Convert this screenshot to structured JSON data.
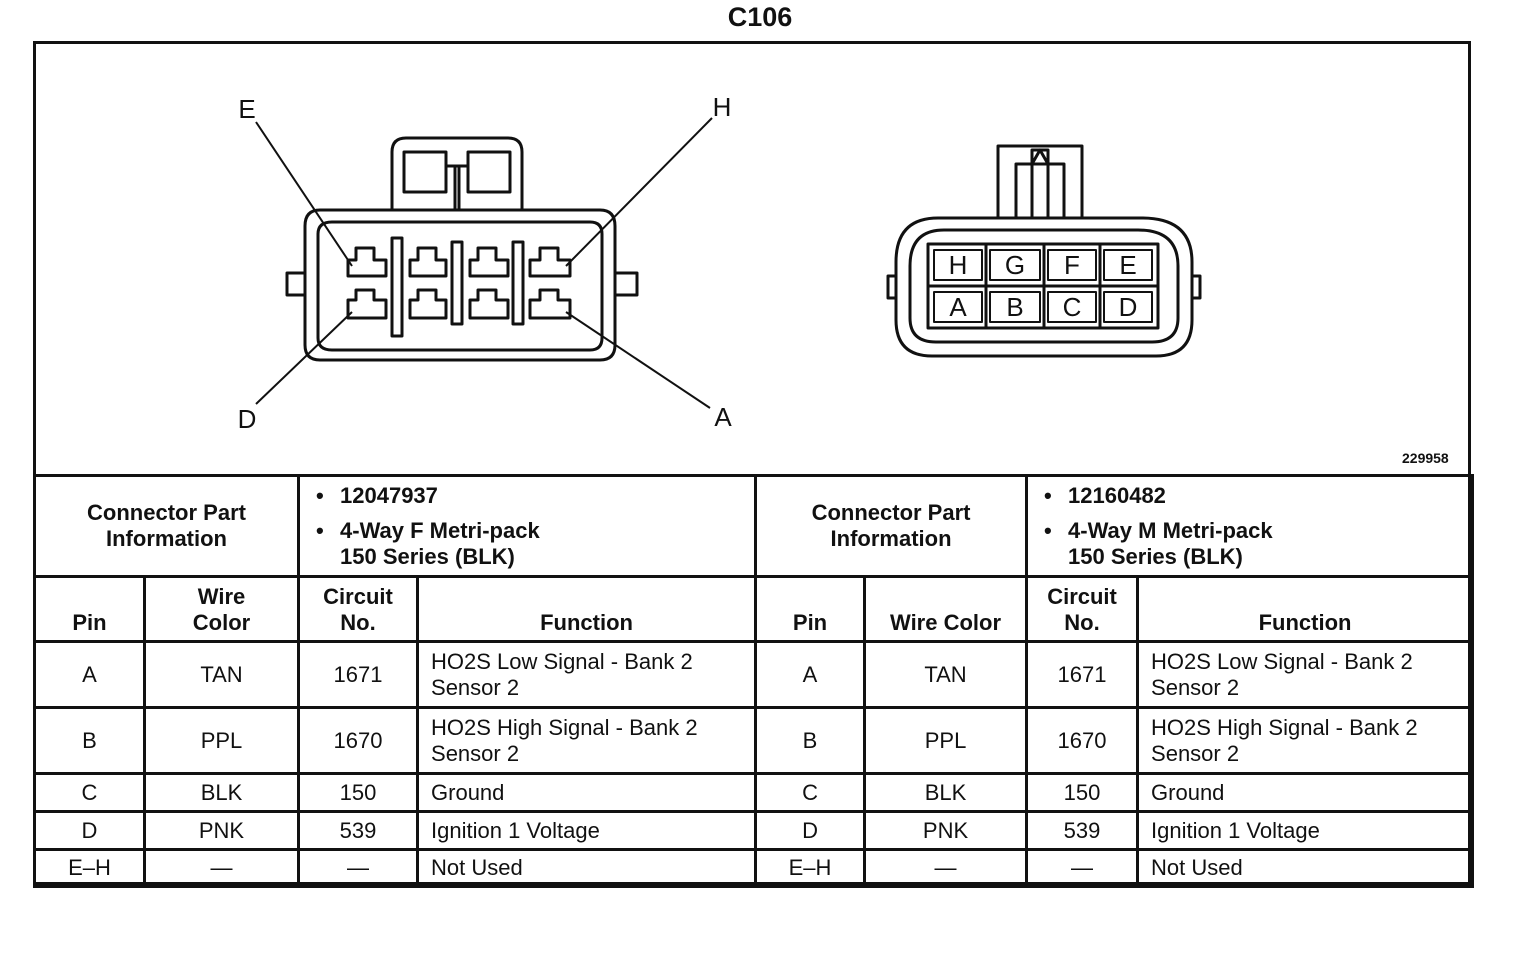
{
  "title": "C106",
  "figure_id": "229958",
  "female_connector": {
    "callouts": [
      "E",
      "H",
      "D",
      "A"
    ]
  },
  "male_connector": {
    "top_row": [
      "H",
      "G",
      "F",
      "E"
    ],
    "bottom_row": [
      "A",
      "B",
      "C",
      "D"
    ]
  },
  "left": {
    "info_label_1": "Connector Part",
    "info_label_2": "Information",
    "part_number": "12047937",
    "desc_1": "4-Way F Metri-pack",
    "desc_2": "150 Series (BLK)",
    "headers": {
      "pin": "Pin",
      "wire_1": "Wire",
      "wire_2": "Color",
      "circuit_1": "Circuit",
      "circuit_2": "No.",
      "function": "Function"
    },
    "rows": [
      {
        "pin": "A",
        "wire": "TAN",
        "circuit": "1671",
        "func_1": "HO2S Low Signal - Bank 2",
        "func_2": "Sensor 2"
      },
      {
        "pin": "B",
        "wire": "PPL",
        "circuit": "1670",
        "func_1": "HO2S High Signal - Bank 2",
        "func_2": "Sensor 2"
      },
      {
        "pin": "C",
        "wire": "BLK",
        "circuit": "150",
        "func_1": "Ground",
        "func_2": ""
      },
      {
        "pin": "D",
        "wire": "PNK",
        "circuit": "539",
        "func_1": "Ignition 1 Voltage",
        "func_2": ""
      },
      {
        "pin": "E–H",
        "wire": "—",
        "circuit": "—",
        "func_1": "Not Used",
        "func_2": ""
      }
    ]
  },
  "right": {
    "info_label_1": "Connector Part",
    "info_label_2": "Information",
    "part_number": "12160482",
    "desc_1": "4-Way M Metri-pack",
    "desc_2": "150 Series (BLK)",
    "headers": {
      "pin": "Pin",
      "wire": "Wire Color",
      "circuit_1": "Circuit",
      "circuit_2": "No.",
      "function": "Function"
    },
    "rows": [
      {
        "pin": "A",
        "wire": "TAN",
        "circuit": "1671",
        "func_1": "HO2S Low Signal - Bank 2",
        "func_2": "Sensor 2"
      },
      {
        "pin": "B",
        "wire": "PPL",
        "circuit": "1670",
        "func_1": "HO2S High Signal - Bank 2",
        "func_2": "Sensor 2"
      },
      {
        "pin": "C",
        "wire": "BLK",
        "circuit": "150",
        "func_1": "Ground",
        "func_2": ""
      },
      {
        "pin": "D",
        "wire": "PNK",
        "circuit": "539",
        "func_1": "Ignition 1 Voltage",
        "func_2": ""
      },
      {
        "pin": "E–H",
        "wire": "—",
        "circuit": "—",
        "func_1": "Not Used",
        "func_2": ""
      }
    ]
  }
}
